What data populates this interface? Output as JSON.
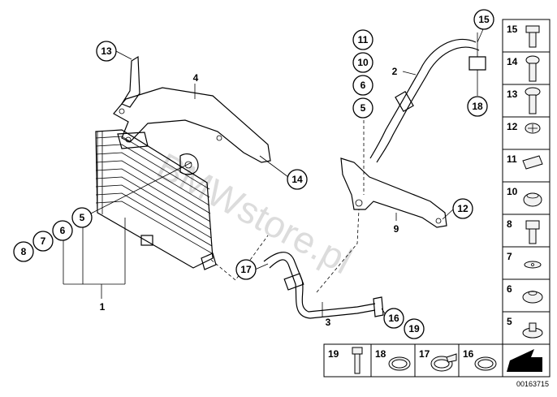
{
  "watermark": "BMWstore.pl",
  "image_code": "00163715",
  "callouts": [
    "13",
    "4",
    "14",
    "5",
    "6",
    "7",
    "8",
    "1",
    "17",
    "3",
    "16",
    "19",
    "15",
    "2",
    "18",
    "11",
    "10",
    "6",
    "5",
    "12",
    "9"
  ],
  "legend_right": [
    "15",
    "14",
    "13",
    "12",
    "11",
    "10",
    "8",
    "7",
    "6",
    "5"
  ],
  "legend_bottom": [
    "19",
    "18",
    "17",
    "16"
  ]
}
